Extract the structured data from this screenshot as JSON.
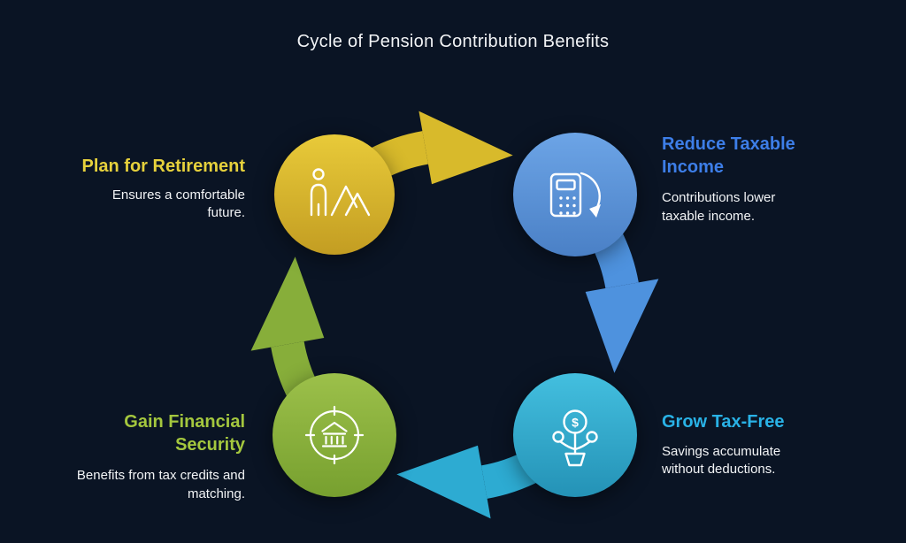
{
  "title": "Cycle of Pension Contribution Benefits",
  "colors": {
    "background": "#0a1424",
    "title_text": "#f2f4f6",
    "body_text": "#f2f4f6",
    "icon_stroke": "#ffffff",
    "arrow_yellow": "#d8ba2b",
    "arrow_blue": "#4e92de",
    "arrow_teal": "#2dabd2",
    "arrow_green": "#87ae3a",
    "node_yellow_light": "#e8ca39",
    "node_yellow_dark": "#c39d22",
    "node_blue_light": "#6ca4e6",
    "node_blue_dark": "#4a80c6",
    "node_teal_light": "#43bfdf",
    "node_teal_dark": "#2492b6",
    "node_green_light": "#9cc04a",
    "node_green_dark": "#77a02f",
    "heading_yellow": "#e6d13c",
    "heading_blue": "#3d7ee8",
    "heading_teal": "#29b2e6",
    "heading_green": "#a4c73e"
  },
  "nodes": {
    "plan": {
      "heading": "Plan for Retirement",
      "body": "Ensures a comfortable future.",
      "icon": "hiker-mountains-icon"
    },
    "reduce": {
      "heading": "Reduce Taxable Income",
      "body": "Contributions lower taxable income.",
      "icon": "calculator-refresh-icon"
    },
    "grow": {
      "heading": "Grow Tax-Free",
      "body": "Savings accumulate without deductions.",
      "icon": "money-tree-icon"
    },
    "gain": {
      "heading": "Gain Financial Security",
      "body": "Benefits from tax credits and matching.",
      "icon": "bank-target-icon"
    }
  },
  "icons": {
    "dollar": "$"
  },
  "cycle_order": [
    "plan",
    "reduce",
    "grow",
    "gain"
  ]
}
